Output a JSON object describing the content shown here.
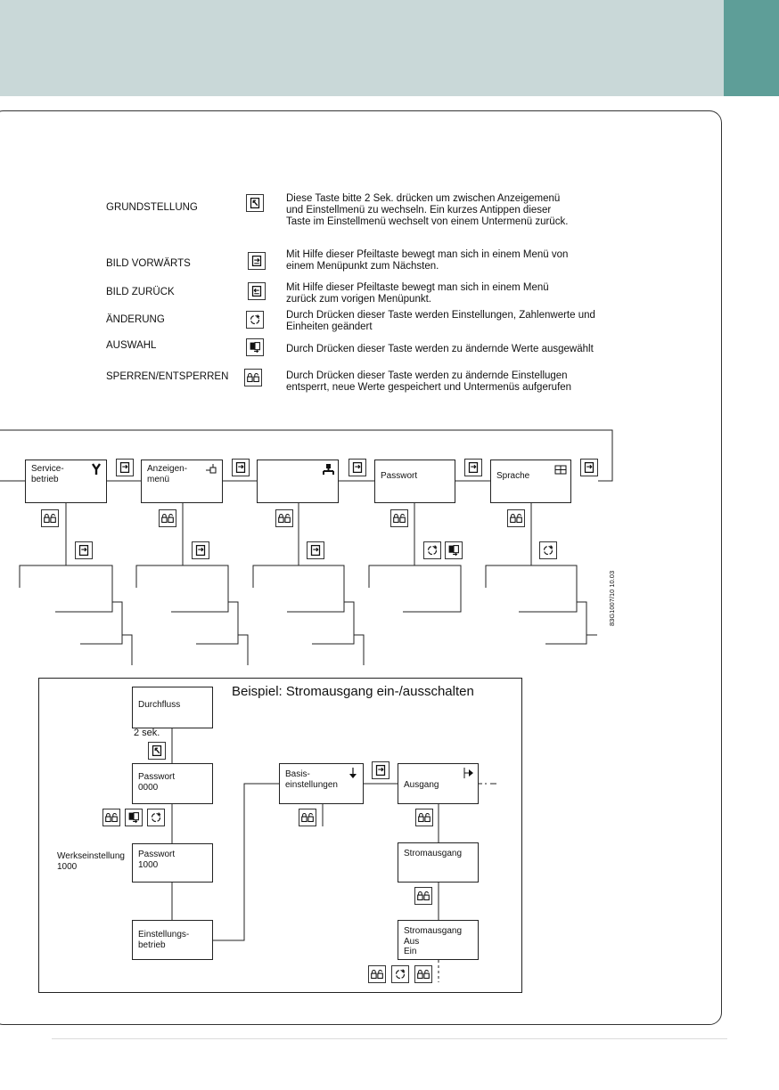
{
  "legend": [
    {
      "name": "GRUNDSTELLUNG",
      "icon": "home-key-icon",
      "desc": "Diese Taste bitte 2 Sek. drücken um zwischen Anzeigemenü\nund Einstellmenü zu wechseln. Ein kurzes Antippen dieser\nTaste im Einstellmenü wechselt von einem Untermenü zurück."
    },
    {
      "name": "BILD VORWÄRTS",
      "icon": "page-forward-key-icon",
      "desc": "Mit Hilfe dieser Pfeiltaste bewegt man sich in einem Menü von\neinem Menüpunkt zum Nächsten."
    },
    {
      "name": "BILD ZURÜCK",
      "icon": "page-back-key-icon",
      "desc": "Mit Hilfe dieser Pfeiltaste bewegt man sich in einem Menü\nzurück zum vorigen Menüpunkt."
    },
    {
      "name": "ÄNDERUNG",
      "icon": "change-key-icon",
      "desc": "Durch Drücken dieser Taste werden Einstellungen, Zahlenwerte und\nEinheiten geändert"
    },
    {
      "name": "AUSWAHL",
      "icon": "select-key-icon",
      "desc": "Durch Drücken dieser Taste werden zu ändernde Werte ausgewählt"
    },
    {
      "name": "SPERREN/ENTSPERREN",
      "icon": "lock-unlock-key-icon",
      "desc": "Durch Drücken dieser Taste werden zu ändernde Einstellugen\nentsperrt, neue Werte gespeichert und Untermenüs aufgerufen"
    }
  ],
  "menu": {
    "items": [
      {
        "label": "Service-\nbetrieb",
        "icon": "wrench-icon"
      },
      {
        "label": "Anzeigen-\nmenü",
        "icon": "display-icon"
      },
      {
        "label": "",
        "icon": "network-icon"
      },
      {
        "label": "Passwort",
        "icon": ""
      },
      {
        "label": "Sprache",
        "icon": "grid-icon"
      }
    ],
    "doc_code": "83G1007/10 10.03"
  },
  "example": {
    "title": "Beispiel: Stromausgang ein-/ausschalten",
    "durchfluss": "Durchfluss",
    "two_sec": "2 sek.",
    "passwort_0000": "Passwort\n0000",
    "werkseinstellung": "Werkseinstellung\n1000",
    "passwort_1000": "Passwort\n1000",
    "einstellungsbetrieb": "Einstellungs-\nbetrieb",
    "basis": "Basis-\neinstellungen",
    "ausgang": "Ausgang",
    "stromausgang": "Stromausgang",
    "stromausgang_aus_ein": "Stromausgang\nAus\nEin"
  }
}
